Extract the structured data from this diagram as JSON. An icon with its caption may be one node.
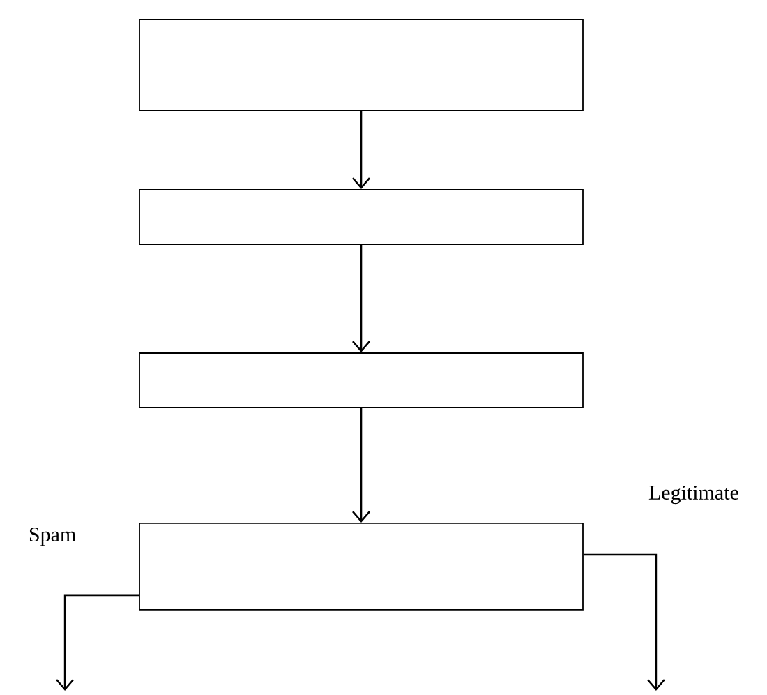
{
  "diagram": {
    "nodes": [
      {
        "text": [],
        "shape": "box"
      },
      {
        "text": [],
        "shape": "box"
      },
      {
        "text": [],
        "shape": "box"
      },
      {
        "text": [],
        "shape": "box"
      }
    ],
    "edges": [
      {
        "from": 0,
        "to": 1,
        "arrow": "to"
      },
      {
        "from": 1,
        "to": 2,
        "arrow": "to"
      },
      {
        "from": 2,
        "to": 3,
        "arrow": "to"
      },
      {
        "from": 3,
        "to": null,
        "arrow": "to",
        "label": "Spam"
      },
      {
        "from": 3,
        "to": null,
        "arrow": "to",
        "label": "Legitimate"
      }
    ]
  }
}
